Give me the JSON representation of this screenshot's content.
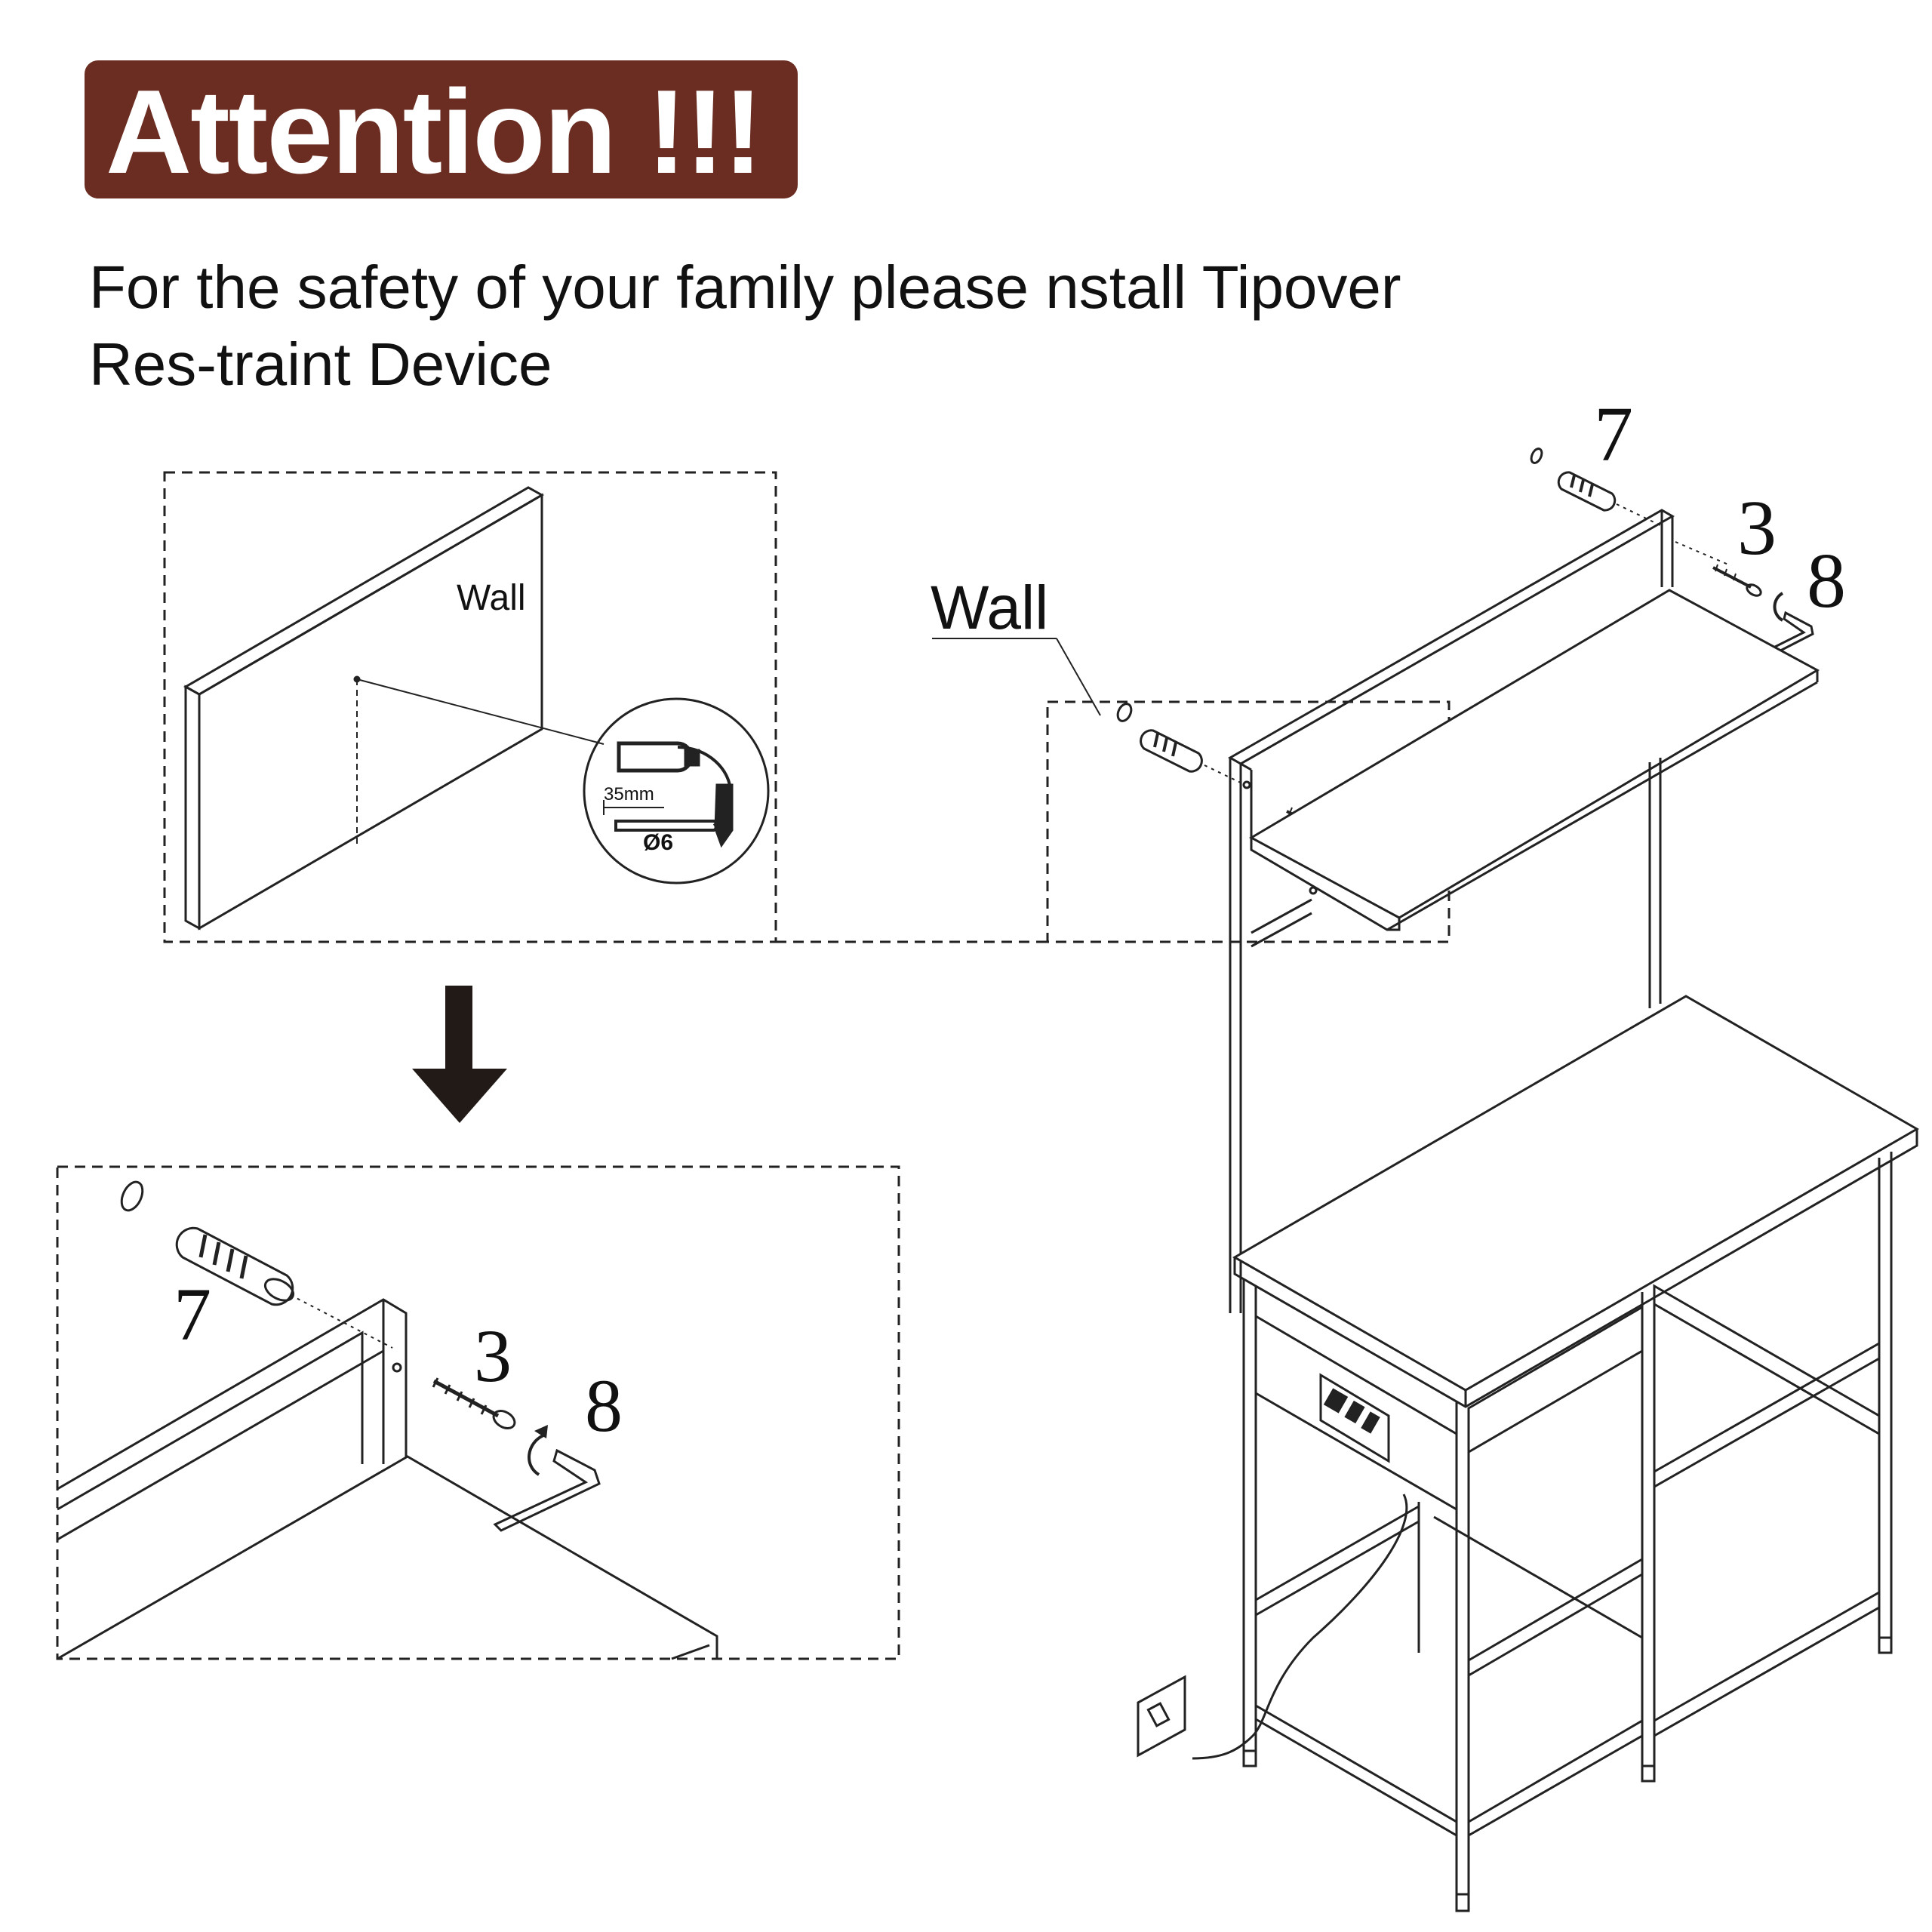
{
  "header": {
    "title": "Attention !!!",
    "banner_color": "#6b2d22"
  },
  "instructions": {
    "line1": "For the safety of your family please nstall Tipover",
    "line2": "Res-traint Device"
  },
  "panel_drill": {
    "wall_label": "Wall",
    "depth_label": "35mm",
    "bit_label": "Ø6",
    "tool_icon": "drill-icon"
  },
  "panel_closeup": {
    "anchor_label": "7",
    "screw_label": "3",
    "wrench_label": "8"
  },
  "main_diagram": {
    "wall_label": "Wall",
    "anchor_label": "7",
    "screw_label": "3",
    "wrench_label": "8"
  }
}
